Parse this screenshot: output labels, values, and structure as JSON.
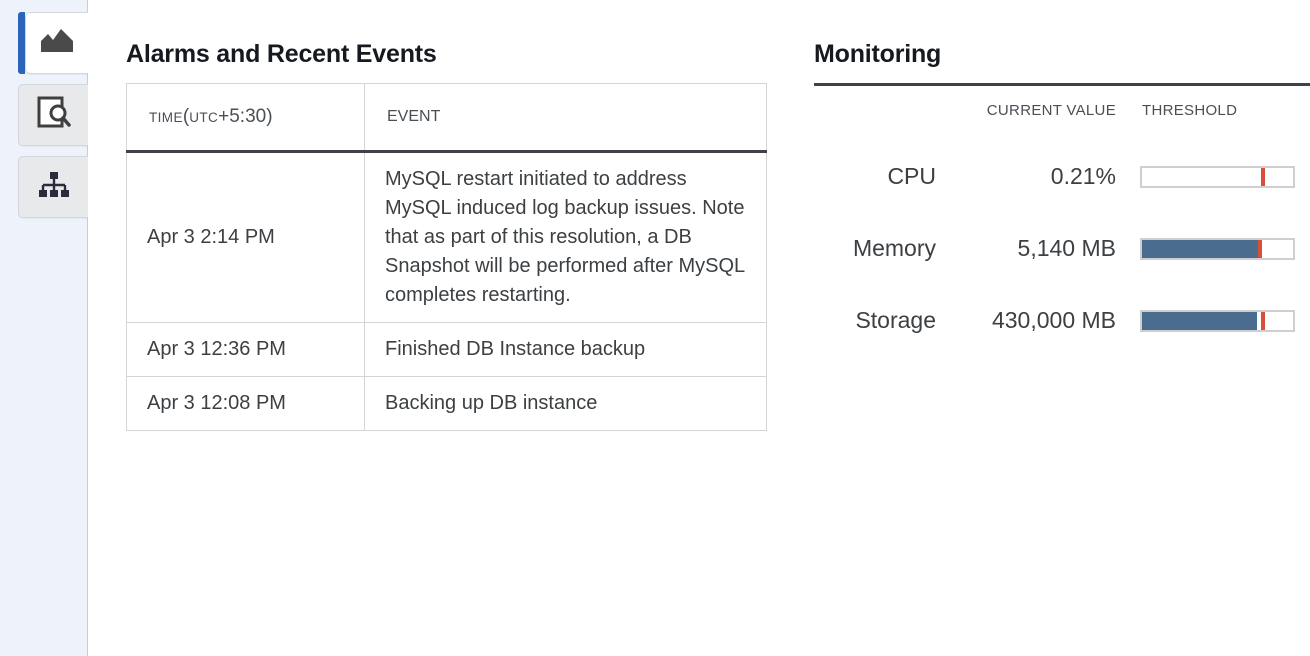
{
  "rail": {
    "items": [
      {
        "name": "metrics-chart",
        "icon": "area-chart-icon",
        "state": "active"
      },
      {
        "name": "logs-inspect",
        "icon": "document-search-icon",
        "state": "inactive"
      },
      {
        "name": "topology",
        "icon": "sitemap-icon",
        "state": "inactive"
      }
    ],
    "active_color": "#2a64bb"
  },
  "events": {
    "title": "Alarms and Recent Events",
    "columns": {
      "time": {
        "label": "TIME",
        "zone_prefix": "(",
        "zone_utc": "UTC",
        "zone_offset": "+5:30",
        "zone_suffix": ")"
      },
      "event": "EVENT"
    },
    "rows": [
      {
        "time": "Apr 3 2:14 PM",
        "event": "MySQL restart initiated to address MySQL induced log backup issues. Note that as part of this resolution, a DB Snapshot will be performed after MySQL completes restarting."
      },
      {
        "time": "Apr 3 12:36 PM",
        "event": "Finished DB Instance backup"
      },
      {
        "time": "Apr 3 12:08 PM",
        "event": "Backing up DB instance"
      }
    ]
  },
  "monitoring": {
    "title": "Monitoring",
    "columns": {
      "current_value": "CURRENT VALUE",
      "threshold": "THRESHOLD"
    },
    "metrics": [
      {
        "label": "CPU",
        "value": "0.21%",
        "fill_percent": 0,
        "threshold_percent": 80
      },
      {
        "label": "Memory",
        "value": "5,140 MB",
        "fill_percent": 77,
        "threshold_percent": 78
      },
      {
        "label": "Storage",
        "value": "430,000 MB",
        "fill_percent": 76,
        "threshold_percent": 80
      }
    ],
    "colors": {
      "fill": "#4a6c8f",
      "threshold_marker": "#d9503a",
      "track_border": "#cfcfcf"
    }
  }
}
